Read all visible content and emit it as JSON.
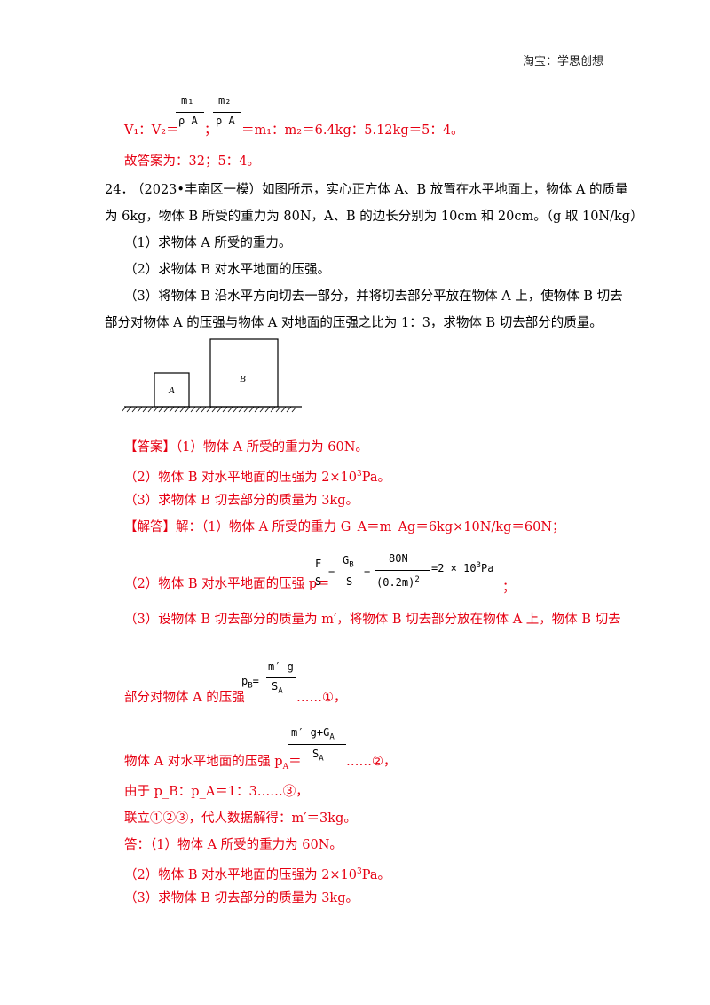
{
  "header": {
    "text": "淘宝：学思创想"
  },
  "prev_answer": {
    "ratio_prefix": "V₁：V₂＝",
    "frac1_num": "m₁",
    "frac1_den": "ρ A",
    "frac2_num": "m₂",
    "frac2_den": "ρ A",
    "sep": "；",
    "ratio_suffix": "＝m₁：m₂＝6.4kg：5.12kg＝5：4。",
    "conclusion": "故答案为：32；5：4。"
  },
  "question": {
    "number": "24．",
    "line1": "（2023•丰南区一模）如图所示，实心正方体 A、B 放置在水平地面上，物体 A 的质量",
    "line2": "为 6kg，物体 B 所受的重力为 80N，A、B 的边长分别为 10cm 和 20cm。（g 取 10N/kg）",
    "part1": "（1）求物体 A 所受的重力。",
    "part2": "（2）求物体 B 对水平地面的压强。",
    "part3_line1": "（3）将物体 B 沿水平方向切去一部分，并将切去部分平放在物体 A 上，使物体 B 切去",
    "part3_line2": "部分对物体 A 的压强与物体 A 对地面的压强之比为 1：3，求物体 B 切去部分的质量。"
  },
  "figure": {
    "label_a": "A",
    "label_b": "B"
  },
  "answer": {
    "tag": "【答案】",
    "a1": "（1）物体 A 所受的重力为 60N。",
    "a2_pre": "（2）物体 B 对水平地面的压强为 2×10",
    "a2_exp": "3",
    "a2_post": "Pa。",
    "a3": "（3）求物体 B 切去部分的质量为 3kg。"
  },
  "solution": {
    "tag": "【解答】",
    "s1": "解：（1）物体 A 所受的重力 G_A＝m_Ag＝6kg×10N/kg＝60N；",
    "s2_text": "（2）物体 B 对水平地面的压强 p＝",
    "s2_f1_num": "F",
    "s2_f1_den": "S",
    "s2_f2_num": "G",
    "s2_f2_num_sub": "B",
    "s2_f2_den": "S",
    "s2_f3_num": "80N",
    "s2_f3_den": "(0.2m)",
    "s2_f3_den_sup": "2",
    "s2_result": "=2 × 10",
    "s2_result_exp": "3",
    "s2_result_unit": "Pa",
    "s2_end": "；",
    "s3": "（3）设物体 B 切去部分的质量为 m′，将物体 B 切去部分放在物体 A 上，物体 B 切去",
    "s4_text": "部分对物体 A 的压强",
    "s4_lhs": "p",
    "s4_lhs_sub": "B",
    "s4_num": "m′ g",
    "s4_den": "S",
    "s4_den_sub": "A",
    "s4_tail": "……①，",
    "s5_text": "物体 A 对水平地面的压强 p",
    "s5_sub": "A",
    "s5_eq": "＝",
    "s5_num": "m′ g+G",
    "s5_num_sub": "A",
    "s5_den": "S",
    "s5_den_sub": "A",
    "s5_tail": "……②，",
    "s6": "由于 p_B：p_A＝1：3……③，",
    "s7": "联立①②③，代人数据解得：m′＝3kg。",
    "ans_label": "答：（1）物体 A 所受的重力为 60N。",
    "ans2_pre": "（2）物体 B 对水平地面的压强为 2×10",
    "ans2_exp": "3",
    "ans2_post": "Pa。",
    "ans3": "（3）求物体 B 切去部分的质量为 3kg。"
  }
}
